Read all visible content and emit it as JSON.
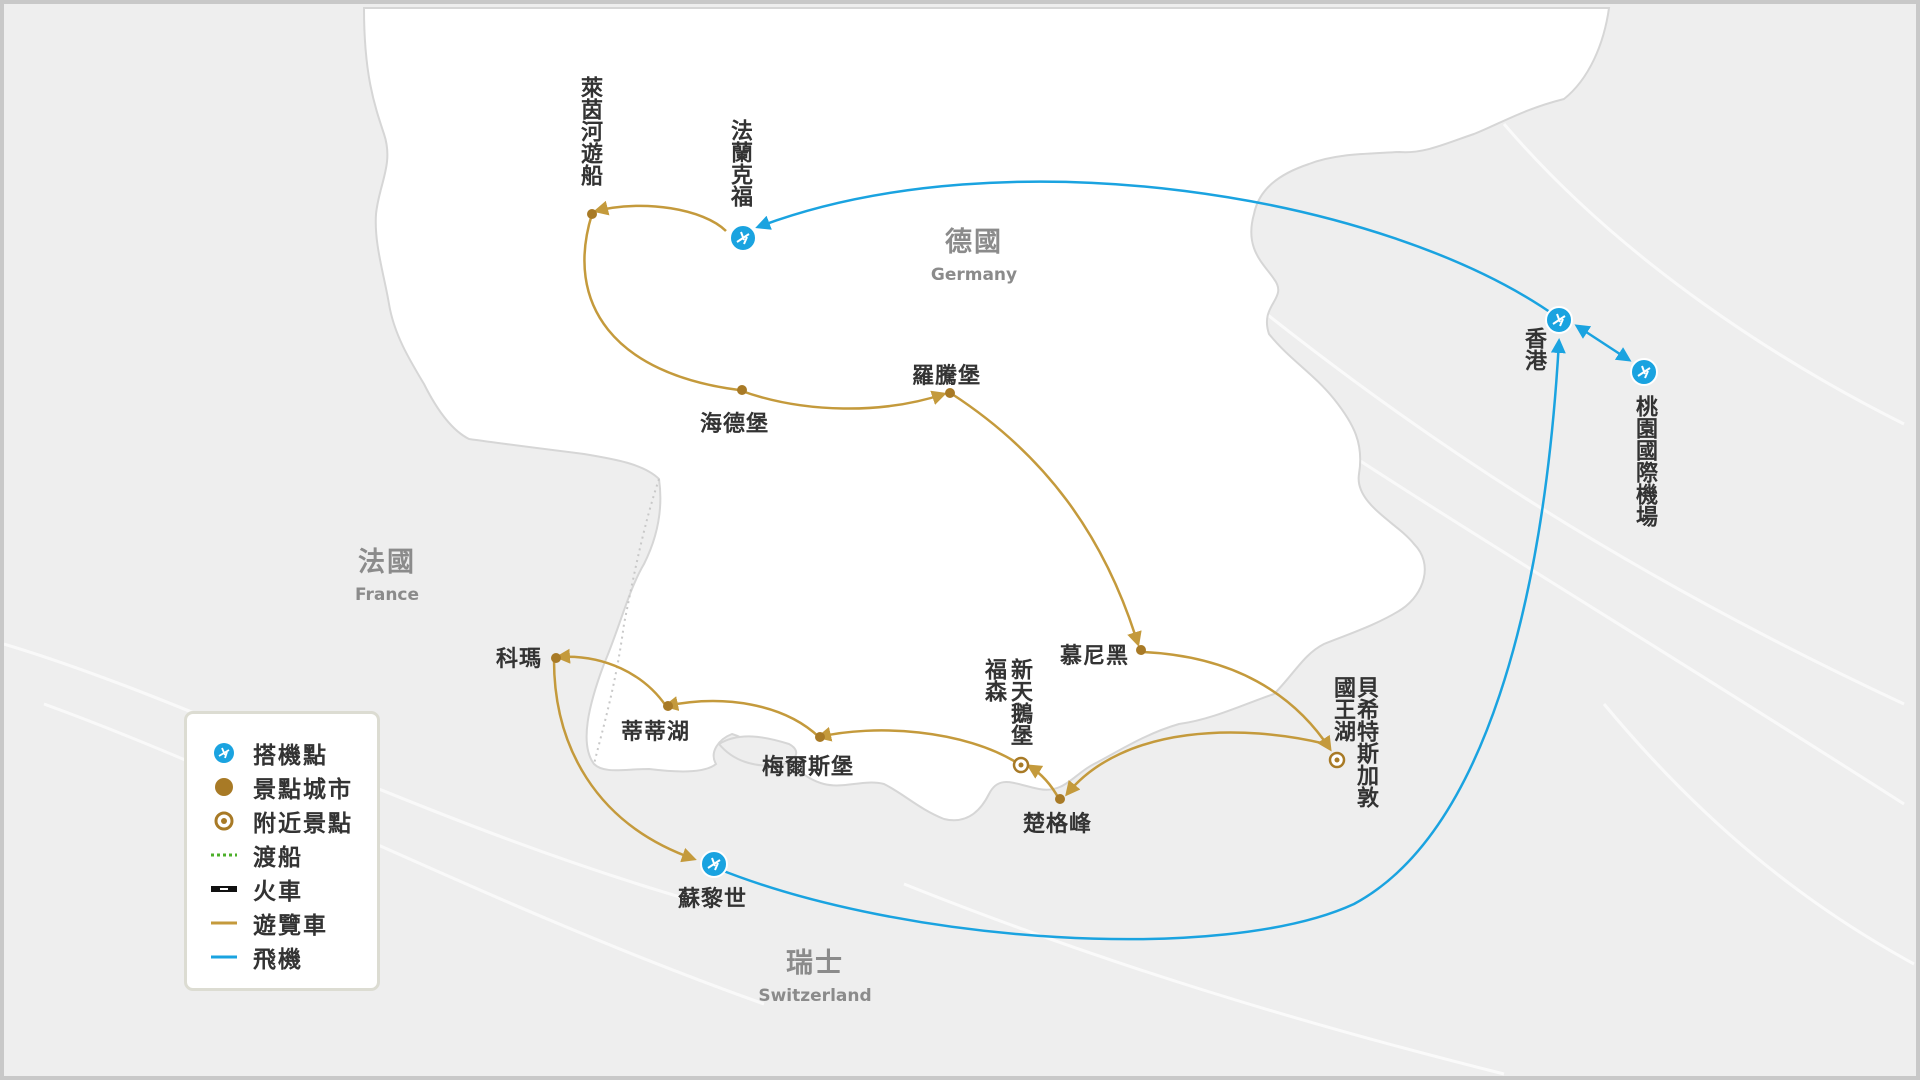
{
  "colors": {
    "tour_bus": "#c49a3c",
    "flight": "#1aa3e0",
    "ferry": "#4caf2a",
    "train": "#111111",
    "land": "#ffffff",
    "outside": "#eeeeee",
    "city_dot": "#a87a26",
    "country_text": "#8b8b8b"
  },
  "countries": {
    "germany": {
      "cn": "德國",
      "en": "Germany"
    },
    "france": {
      "cn": "法國",
      "en": "France"
    },
    "switzerland": {
      "cn": "瑞士",
      "en": "Switzerland"
    }
  },
  "cities": {
    "frankfurt": "法蘭克福",
    "rhine_cruise": "萊茵河遊船",
    "heidelberg": "海德堡",
    "rothenburg": "羅騰堡",
    "munich": "慕尼黑",
    "konigssee": "貝希特斯加敦",
    "konigssee_lake": "國王湖",
    "zugspitze": "楚格峰",
    "neuschwanstein": "新天鵝堡",
    "fussen": "福森",
    "meersburg": "梅爾斯堡",
    "titisee": "蒂蒂湖",
    "colmar": "科瑪",
    "zurich": "蘇黎世",
    "hongkong": "香港",
    "taoyuan": "桃園國際機場"
  },
  "legend": {
    "items": [
      {
        "icon": "airport-icon",
        "label": "搭機點"
      },
      {
        "icon": "city-dot-icon",
        "label": "景點城市"
      },
      {
        "icon": "nearby-attraction-icon",
        "label": "附近景點"
      },
      {
        "icon": "ferry-line-icon",
        "label": "渡船"
      },
      {
        "icon": "train-line-icon",
        "label": "火車"
      },
      {
        "icon": "bus-line-icon",
        "label": "遊覽車"
      },
      {
        "icon": "flight-line-icon",
        "label": "飛機"
      }
    ]
  }
}
